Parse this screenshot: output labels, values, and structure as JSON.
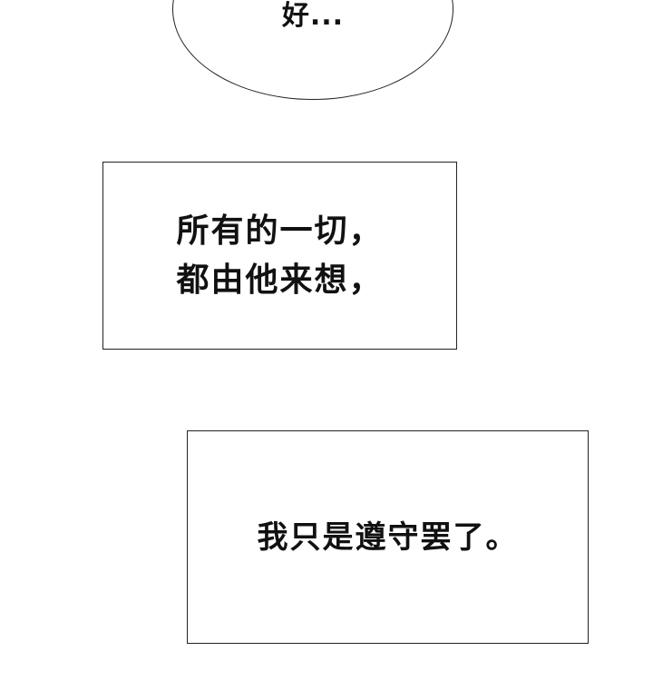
{
  "speech_bubble": {
    "text": "好..."
  },
  "caption_1": {
    "lines": [
      "所有的一切，",
      "都由他来想，"
    ]
  },
  "caption_2": {
    "lines": [
      "我只是遵守罢了。"
    ]
  }
}
